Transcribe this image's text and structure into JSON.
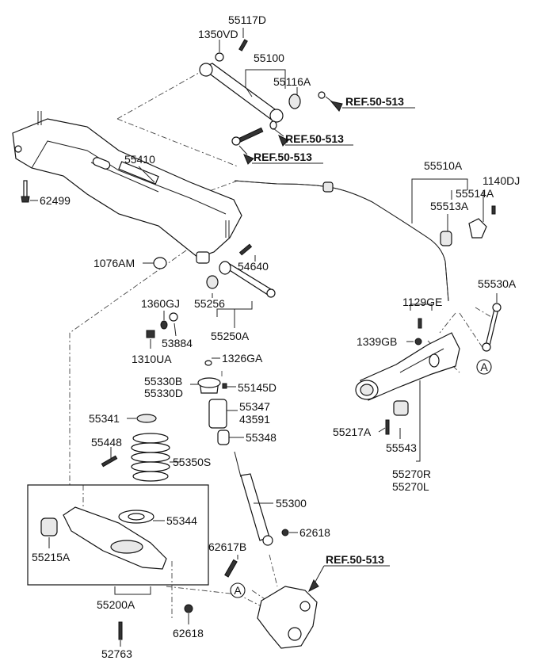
{
  "labels": {
    "p55117D": "55117D",
    "p1350VD": "1350VD",
    "p55100": "55100",
    "p55116A": "55116A",
    "p55410": "55410",
    "p62499": "62499",
    "p1076AM": "1076AM",
    "p54640": "54640",
    "p55256": "55256",
    "p1360GJ": "1360GJ",
    "p53884": "53884",
    "p55250A": "55250A",
    "p1310UA": "1310UA",
    "p1326GA": "1326GA",
    "p55330B": "55330B",
    "p55330D": "55330D",
    "p55145D": "55145D",
    "p55341": "55341",
    "p55347": "55347",
    "p43591": "43591",
    "p55348": "55348",
    "p55448": "55448",
    "p55350S": "55350S",
    "p55300": "55300",
    "p55344": "55344",
    "p55215A": "55215A",
    "p62617B": "62617B",
    "p62618a": "62618",
    "p62618b": "62618",
    "p55200A": "55200A",
    "p52763": "52763",
    "p55510A": "55510A",
    "p1140DJ": "1140DJ",
    "p55514A": "55514A",
    "p55513A": "55513A",
    "p55530A": "55530A",
    "p1129GE": "1129GE",
    "p1339GB": "1339GB",
    "p55217A": "55217A",
    "p55543": "55543",
    "p55270R": "55270R",
    "p55270L": "55270L"
  },
  "refs": {
    "r1": "REF.50-513",
    "r2": "REF.50-513",
    "r3": "REF.50-513",
    "r4": "REF.50-513"
  },
  "markers": {
    "a1": "A",
    "a2": "A"
  }
}
